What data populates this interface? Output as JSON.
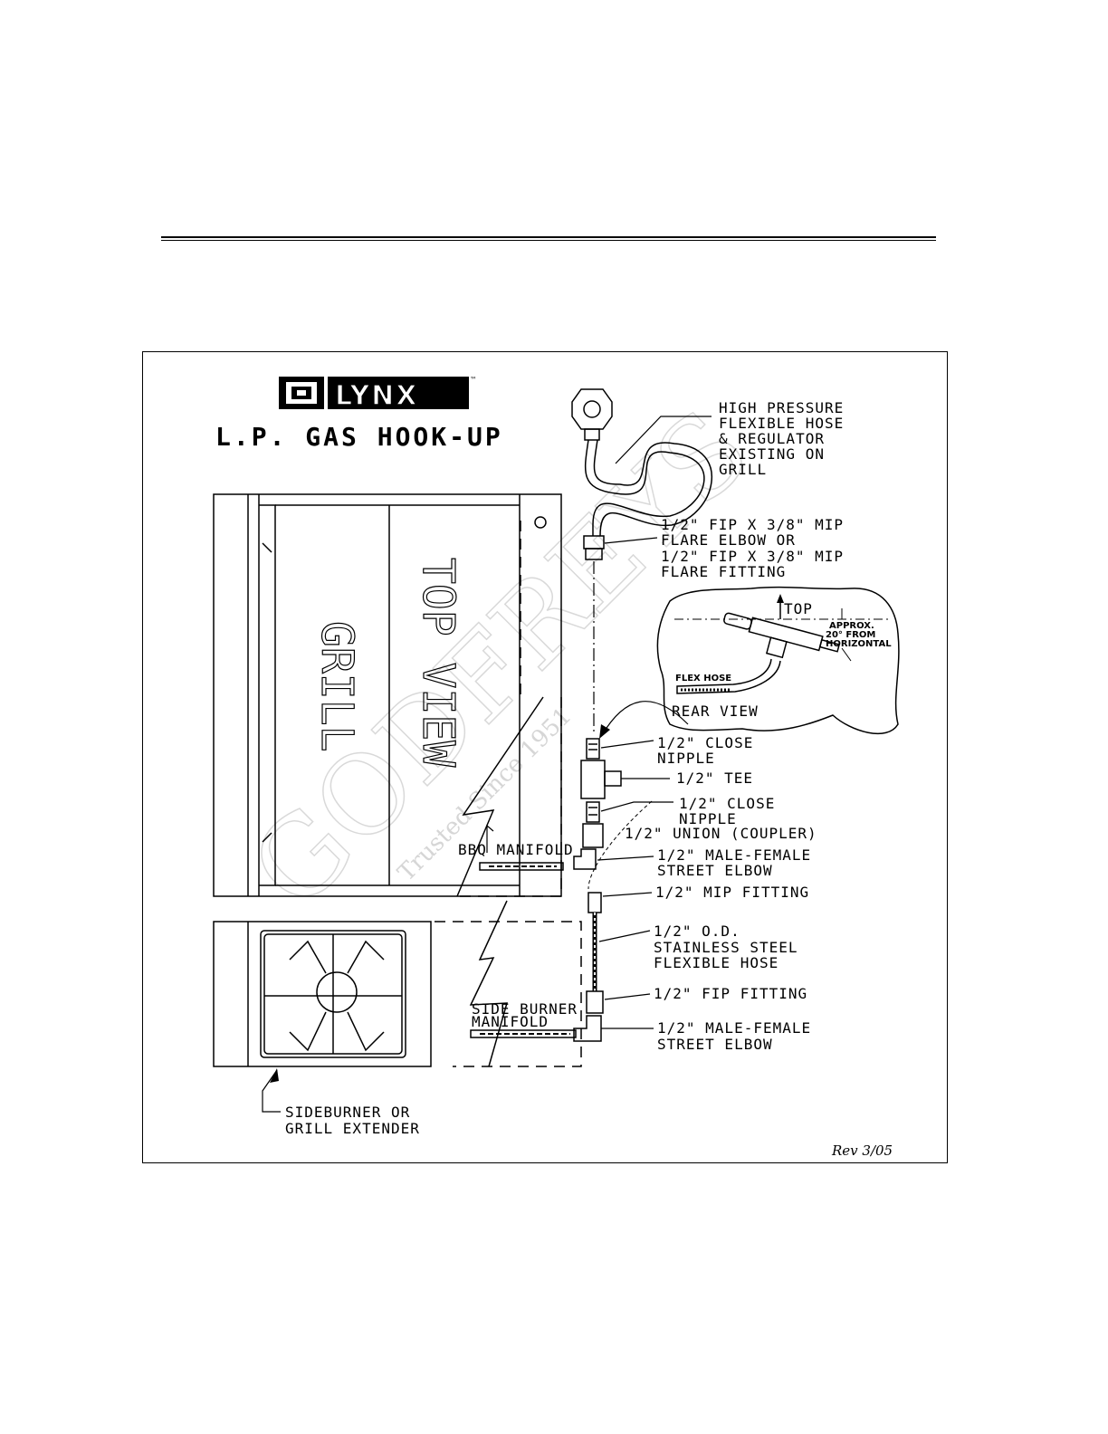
{
  "logo": {
    "text": "LYNX",
    "tm": "™"
  },
  "title": "L.P. GAS HOOK-UP",
  "top_view": {
    "label1": "TOP VIEW",
    "label2": "GRILL"
  },
  "watermark": {
    "main": "GODFREYS",
    "sub": "Trusted Since 1951"
  },
  "labels": {
    "high_pressure": [
      "HIGH PRESSURE",
      "FLEXIBLE HOSE",
      "& REGULATOR",
      "EXISTING ON",
      "GRILL"
    ],
    "flare": [
      "1/2\" FIP X 3/8\" MIP",
      "FLARE ELBOW OR",
      "1/2\" FIP X 3/8\" MIP",
      "FLARE FITTING"
    ],
    "close_nipple_1": [
      "1/2\" CLOSE",
      "NIPPLE"
    ],
    "tee": "1/2\" TEE",
    "close_nipple_2": [
      "1/2\" CLOSE",
      "NIPPLE"
    ],
    "union": "1/2\" UNION (COUPLER)",
    "street_elbow_1": [
      "1/2\" MALE-FEMALE",
      "STREET ELBOW"
    ],
    "mip_fitting": "1/2\" MIP FITTING",
    "ss_hose": [
      "1/2\" O.D.",
      "STAINLESS STEEL",
      "FLEXIBLE HOSE"
    ],
    "fip_fitting": "1/2\" FIP FITTING",
    "street_elbow_2": [
      "1/2\" MALE-FEMALE",
      "STREET ELBOW"
    ],
    "bbq_manifold": "BBQ MANIFOLD",
    "side_burner_manifold": [
      "SIDE BURNER",
      "MANIFOLD"
    ],
    "sideburner": [
      "SIDEBURNER OR",
      "GRILL EXTENDER"
    ]
  },
  "rear_view": {
    "top": "TOP",
    "angle": [
      "APPROX.",
      "20° FROM",
      "HORIZONTAL"
    ],
    "flex_hose": "FLEX HOSE",
    "caption": "REAR VIEW"
  },
  "revision": "Rev 3/05"
}
